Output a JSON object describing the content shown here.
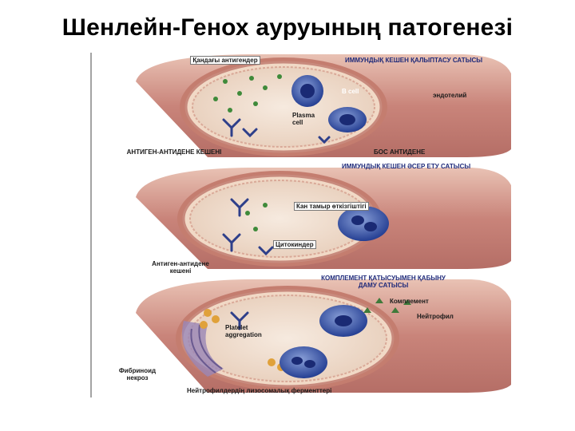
{
  "slide": {
    "title": "Шенлейн-Генох ауруының патогенезі"
  },
  "panel1": {
    "label_blood_antigen": "Қандағы антигендер",
    "label_stage_formation": "ИММУНДЫҚ КЕШЕН ҚАЛЫПТАСУ САТЫСЫ",
    "label_endothelium": "эндотелий",
    "label_b_cell": "B cell",
    "label_plasma_cell": "Plasma cell",
    "label_immune_complex": "АНТИГЕН-АНТИДЕНЕ КЕШЕНІ",
    "label_free_antibody": "БОС АНТИДЕНЕ"
  },
  "panel2": {
    "label_stage_effect": "ИММУНДЫҚ КЕШЕН ӘСЕР ЕТУ САТЫСЫ",
    "label_vessel_permeability": "Кан тамыр өткізгіштігі",
    "label_cytokines": "Цитокиндер",
    "label_immune_complex": "Антиген-антидене кешені"
  },
  "panel3": {
    "label_stage_complement": "КОМПЛЕМЕНТ ҚАТЫСУЫМЕН ҚАБЫНУ ДАМУ САТЫСЫ",
    "label_complement": "Комплемент",
    "label_neutrophil": "Нейтрофил",
    "label_platelet": "Platelet aggregation",
    "label_fibrinoid": "Фибриноид некроз",
    "label_enzymes": "Нейтрофилдердің лизосомалық ферменттері"
  }
}
